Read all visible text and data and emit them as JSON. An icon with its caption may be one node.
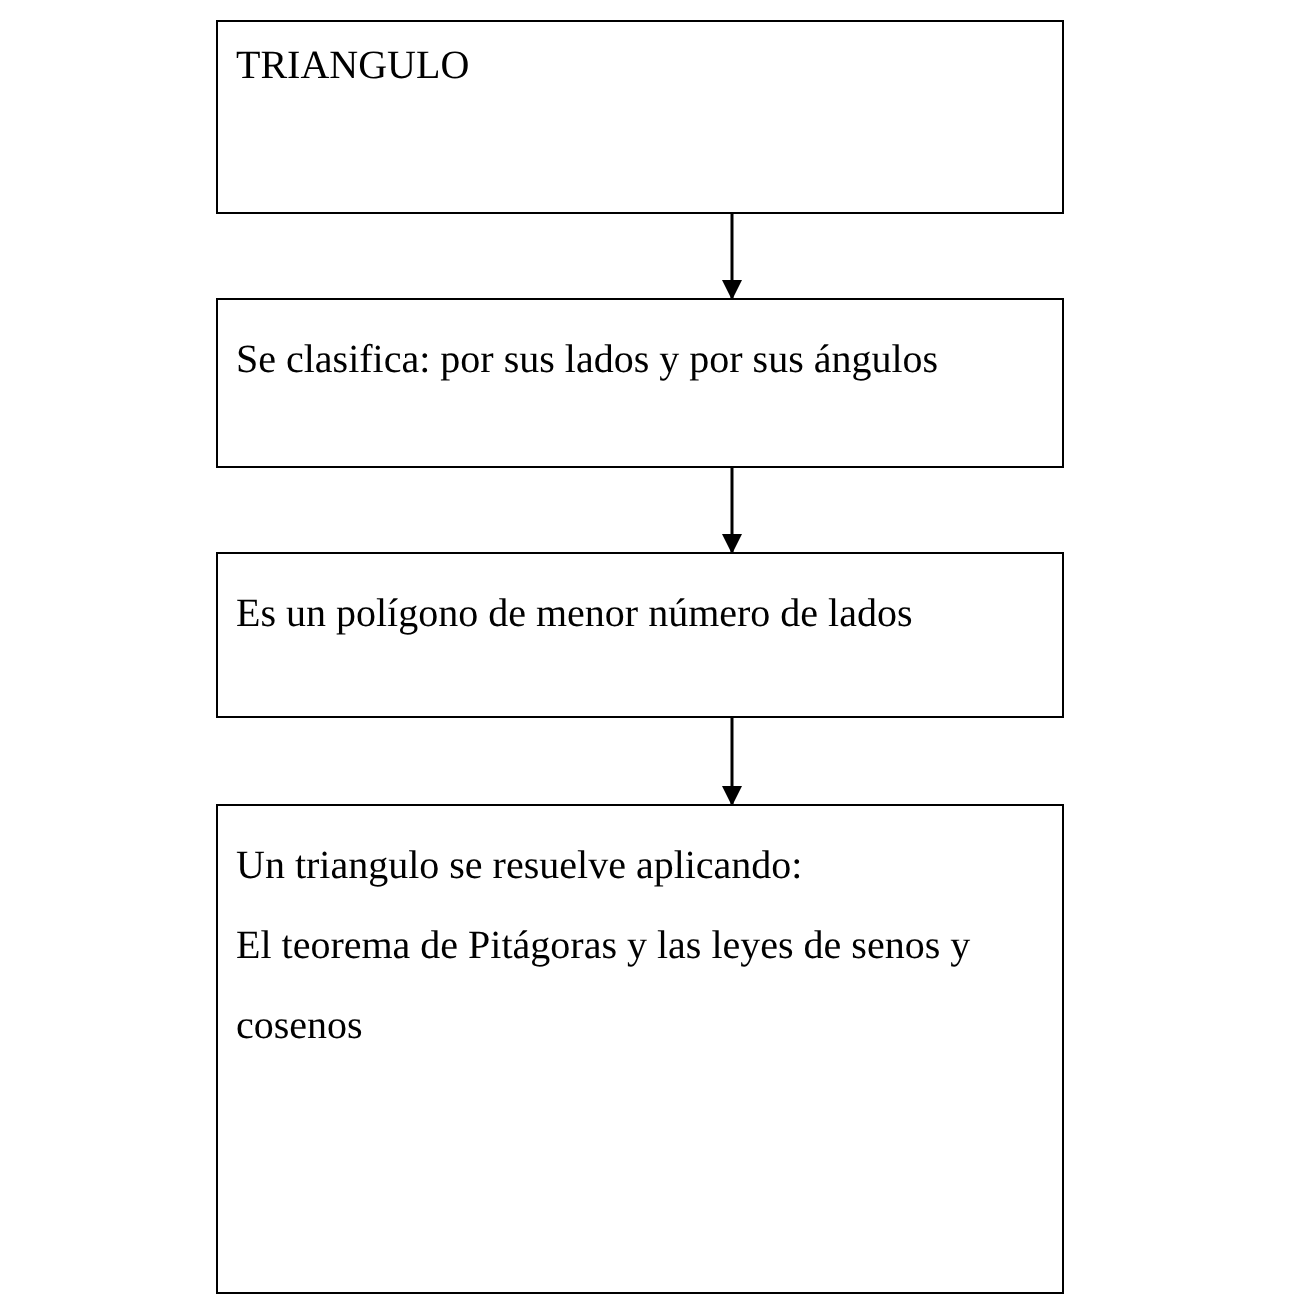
{
  "diagram": {
    "nodes": [
      {
        "text": [
          "TRIANGULO"
        ]
      },
      {
        "text": [
          "Se clasifica: por sus lados y por sus ángulos"
        ]
      },
      {
        "text": [
          "Es un polígono de menor número de lados"
        ]
      },
      {
        "text": [
          "Un triangulo se resuelve aplicando:",
          "El teorema de Pitágoras y las leyes de senos y cosenos"
        ]
      }
    ],
    "edges": [
      {
        "from": 0,
        "to": 1,
        "arrow": "to"
      },
      {
        "from": 1,
        "to": 2,
        "arrow": "to"
      },
      {
        "from": 2,
        "to": 3,
        "arrow": "to"
      }
    ]
  }
}
